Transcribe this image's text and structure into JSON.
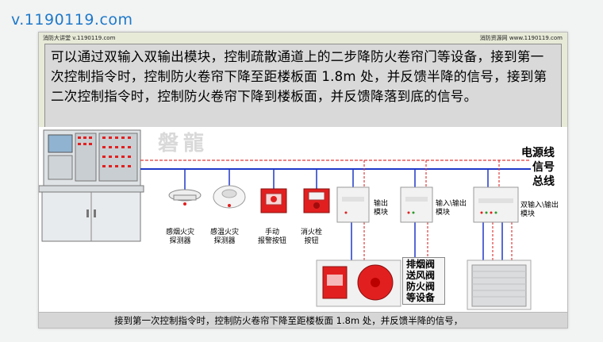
{
  "site_watermark": "v.1190119.com",
  "slide": {
    "header_left": "消防大讲堂 v.1190119.com",
    "header_right": "消防资源网 www.1190119.com",
    "main_text": "可以通过双输入双输出模块，控制疏散通道上的二步降防火卷帘门等设备，接到第一次控制指令时，控制防火卷帘下降至距楼板面 1.8m 处，并反馈半降的信号，接到第二次控制指令时，控制防火卷帘下降到楼板面，并反馈降落到底的信号。",
    "bottom_caption": "接到第一次控制指令时，控制防火卷帘下降至距楼板面 1.8m 处，并反馈半降的信号，"
  },
  "diagram": {
    "watermark": "磐龍",
    "bus_power": "电源线",
    "bus_signal": "信号",
    "bus_main": "总线",
    "devices": {
      "smoke_detector": "感烟火灾\n探测器",
      "heat_detector": "感温火灾\n探测器",
      "manual_alarm": "手动\n报警按钮",
      "hydrant_button": "消火栓\n按钮"
    },
    "modules": {
      "output": "输出\n模块",
      "io": "输入\\输出\n模块",
      "dual_io": "双输入\\输出\n模块"
    },
    "valve_text": "排烟阀\n送风阀\n防火阀\n等设备",
    "colors": {
      "signal_line": "#1f39c8",
      "power_line": "#e03c3c",
      "device_red": "#e21f1f"
    }
  }
}
